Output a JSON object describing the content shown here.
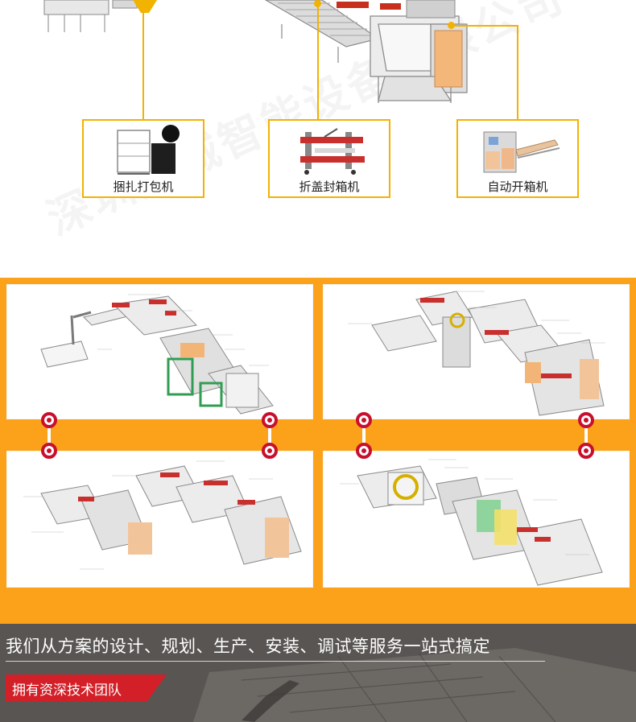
{
  "machines": [
    {
      "name": "捆扎打包机",
      "icon": "strapping-machine-icon"
    },
    {
      "name": "折盖封箱机",
      "icon": "case-sealer-icon"
    },
    {
      "name": "自动开箱机",
      "icon": "case-erector-icon"
    }
  ],
  "watermark": "深圳双诚智能设备有限公司",
  "footer": {
    "slogan": "我们从方案的设计、规划、生产、安装、调试等服务一站式搞定",
    "team_label": "拥有资深技术团队"
  },
  "colors": {
    "accent_yellow": "#f2b200",
    "panel_orange": "#fba21a",
    "link_red": "#c8102e",
    "badge_red": "#d31f27",
    "footer_dark": "#5b5857"
  }
}
